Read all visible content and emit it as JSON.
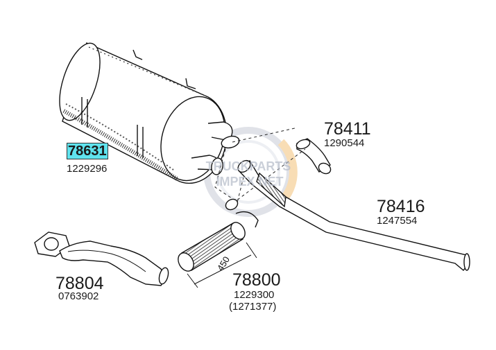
{
  "parts": {
    "muffler": {
      "number": "78631",
      "oe": "1229296",
      "highlight": "#5fe3ee"
    },
    "elbow": {
      "number": "78411",
      "oe": "1290544"
    },
    "tailpipe": {
      "number": "78416",
      "oe": "1247554"
    },
    "frontpipe": {
      "number": "78804",
      "oe": "0763902"
    },
    "flexpipe": {
      "number": "78800",
      "oe": "1229300",
      "oe_alt": "(1271377)",
      "length": "450"
    }
  },
  "watermark": {
    "line1": "TRUCKPARTS",
    "line2": "IMPEX NET"
  }
}
